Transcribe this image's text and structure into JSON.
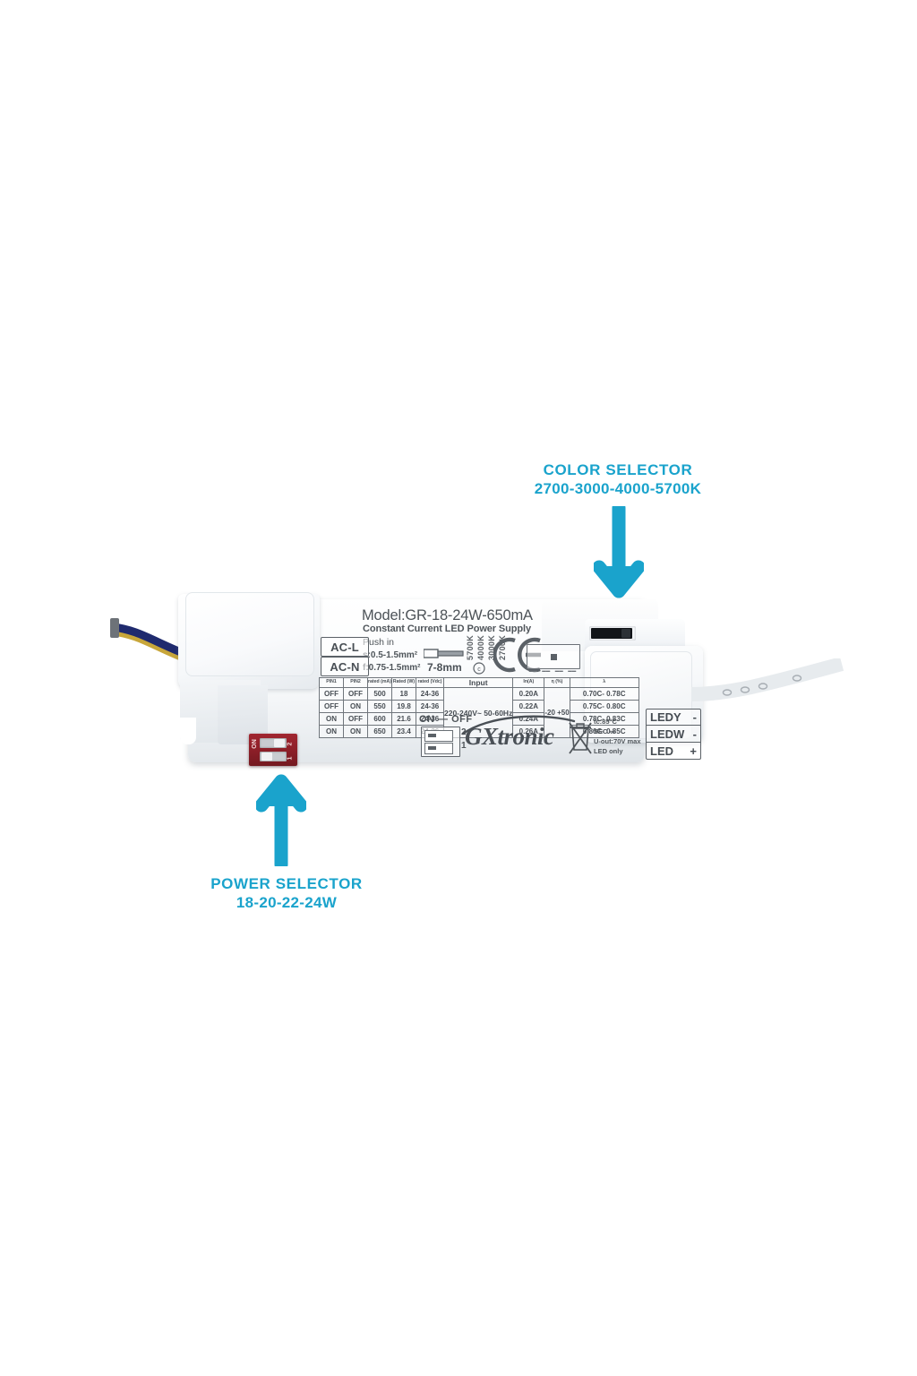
{
  "annotations": {
    "color_selector": {
      "line1": "COLOR SELECTOR",
      "line2": "2700-3000-4000-5700K",
      "color": "#1AA3CC",
      "arrow": "arrow-down-icon"
    },
    "power_selector": {
      "line1": "POWER SELECTOR",
      "line2": "18-20-22-24W",
      "color": "#1AA3CC",
      "arrow": "arrow-up-icon"
    }
  },
  "device": {
    "brand": "GXtronic",
    "model": "Model:GR-18-24W-650mA",
    "subtitle": "Constant Current LED Power Supply",
    "push_in": "Push in",
    "spec_solid": "s:0.5-1.5mm²",
    "spec_flex": "f:0.75-1.5mm²",
    "strip_length": "7-8mm",
    "cc_mark": "cc",
    "ce_mark": "CE",
    "ac_terminals": [
      {
        "label": "AC-L"
      },
      {
        "label": "AC-N"
      }
    ],
    "kelvin_labels": [
      "5700K",
      "4000K",
      "3000K",
      "2700K"
    ],
    "on_off_label": "ON — OFF",
    "dip_numbers": [
      "2",
      "1"
    ],
    "dip_physical_marks": [
      "ON",
      "2",
      "1"
    ],
    "certifications": [
      "tc:85°C",
      "SEC",
      "U-out:70V max",
      "LED only"
    ],
    "output_terminals": [
      {
        "name": "LEDY",
        "polarity": "-"
      },
      {
        "name": "LEDW",
        "polarity": "-"
      },
      {
        "name": "LED",
        "polarity": "+"
      }
    ],
    "table": {
      "headers": [
        "PIN1",
        "PIN2",
        "rated (mA)",
        "Rated (W)",
        "rated (Vdc)",
        "Input",
        "In(A)",
        "η (%)",
        "λ"
      ],
      "rows": [
        {
          "pin1": "OFF",
          "pin2": "OFF",
          "ma": "500",
          "w": "18",
          "vdc": "24-36",
          "input": "220-240V~ 50-60Hz",
          "ia": "0.20A",
          "eff": "-20 +50",
          "lambda": "0.70C- 0.78C"
        },
        {
          "pin1": "OFF",
          "pin2": "ON",
          "ma": "550",
          "w": "19.8",
          "vdc": "24-36",
          "input": "",
          "ia": "0.22A",
          "eff": "",
          "lambda": "0.75C- 0.80C"
        },
        {
          "pin1": "ON",
          "pin2": "OFF",
          "ma": "600",
          "w": "21.6",
          "vdc": "24-36",
          "input": "",
          "ia": "0.24A",
          "eff": "",
          "lambda": "0.78C- 0.83C"
        },
        {
          "pin1": "ON",
          "pin2": "ON",
          "ma": "650",
          "w": "23.4",
          "vdc": "24-36",
          "input": "",
          "ia": "0.26A",
          "eff": "",
          "lambda": "0.80C- 0.85C"
        }
      ]
    },
    "input_value": "220-240V~ 50-60Hz",
    "temp_range": "-20 +50"
  },
  "colors": {
    "accent": "#1AA3CC",
    "case_white": "#f7f9fb",
    "ink": "#4a5056",
    "dip_red": "#8d1f28",
    "wire_blue": "#1f2a6e",
    "wire_yellow": "#c8a63a"
  }
}
